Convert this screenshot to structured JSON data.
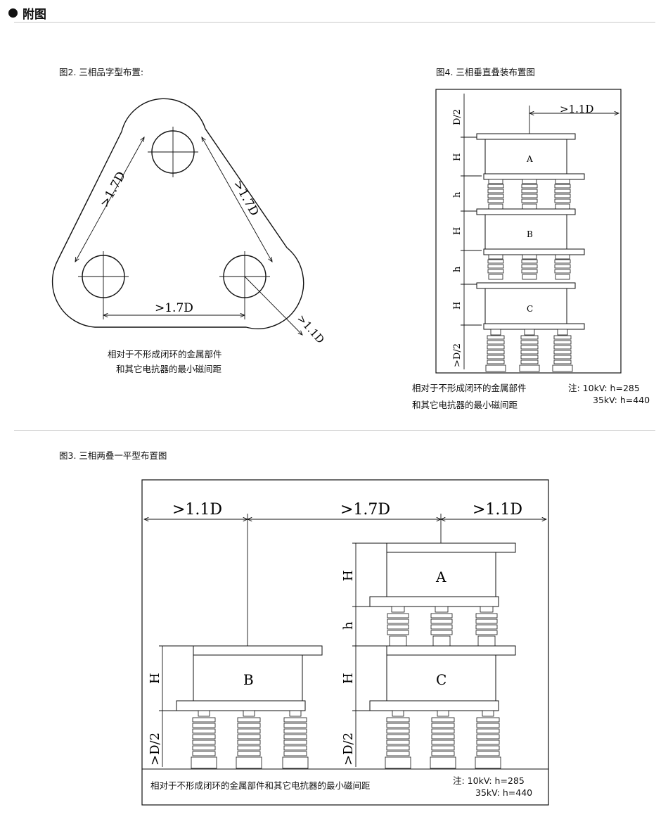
{
  "header": {
    "title": "附图"
  },
  "fig2": {
    "caption": "图2. 三相品字型布置:",
    "dim_triangle": ">1.7D",
    "dim_outer": ">1.1D",
    "note_line1": "相对于不形成闭环的金属部件",
    "note_line2": "和其它电抗器的最小磁间距"
  },
  "fig4": {
    "caption": "图4. 三相垂直叠装布置图",
    "dim_top": ">1.1D",
    "dim_d2_top": "D/2",
    "dim_h": "H",
    "dim_small_h": "h",
    "dim_d2_bottom": ">D/2",
    "phases": [
      "A",
      "B",
      "C"
    ],
    "note_line1": "相对于不形成闭环的金属部件",
    "note_line2": "和其它电抗器的最小磁间距",
    "remark_line1": "注: 10kV: h=285",
    "remark_line2": "35kV: h=440"
  },
  "fig3": {
    "caption": "图3. 三相两叠一平型布置图",
    "dim_left": ">1.1D",
    "dim_mid": ">1.7D",
    "dim_right": ">1.1D",
    "dim_h": "H",
    "dim_small_h": "h",
    "dim_d2": ">D/2",
    "phases": [
      "A",
      "B",
      "C"
    ],
    "note": "相对于不形成闭环的金属部件和其它电抗器的最小磁间距",
    "remark_line1": "注: 10kV: h=285",
    "remark_line2": "35kV: h=440"
  }
}
